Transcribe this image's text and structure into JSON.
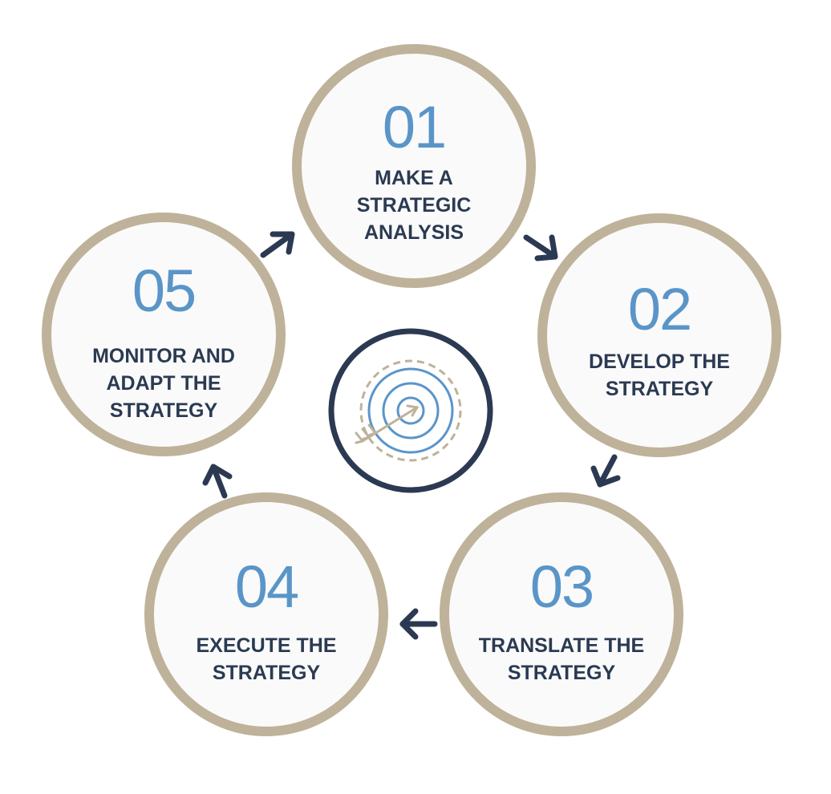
{
  "steps": [
    {
      "number": "01",
      "title": "MAKE A STRATEGIC ANALYSIS"
    },
    {
      "number": "02",
      "title": "DEVELOP THE STRATEGY"
    },
    {
      "number": "03",
      "title": "TRANSLATE THE STRATEGY"
    },
    {
      "number": "04",
      "title": "EXECUTE THE STRATEGY"
    },
    {
      "number": "05",
      "title": "MONITOR AND ADAPT THE STRATEGY"
    }
  ],
  "center_icon": "target-with-arrow-icon",
  "colors": {
    "ring": "#bfb29a",
    "number": "#5a95c8",
    "title": "#2b3a52",
    "arrow": "#2b3a52",
    "target_rings": "#5a95c8",
    "target_dashes": "#bfb29a"
  }
}
